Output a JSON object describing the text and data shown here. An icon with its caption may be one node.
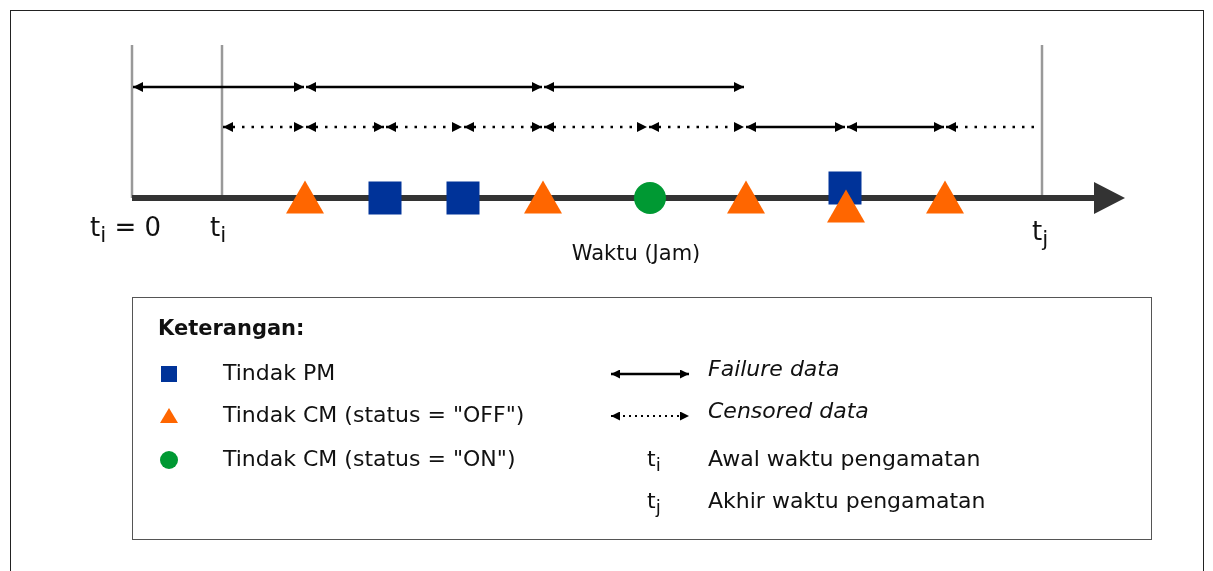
{
  "diagram": {
    "labels": [
      "t$_{i}$ = 0",
      "t$_{i}$",
      "t$_{j}$",
      "Waktu (Jam)",
      "Keterangan:",
      "t$_{i}$",
      "t$_{j}$"
    ],
    "legend": [
      {
        "text": "Tindak PM",
        "color": "#003399"
      },
      {
        "text": "Tindak CM (status = \"OFF\")",
        "color": "#ff6600"
      },
      {
        "text": "Tindak CM (status = \"ON\")",
        "color": "#009933"
      },
      {
        "text": "Failure data"
      },
      {
        "text": "Censored data"
      },
      {
        "text": "Awal waktu pengamatan"
      },
      {
        "text": "Akhir waktu pengamatan"
      }
    ]
  }
}
